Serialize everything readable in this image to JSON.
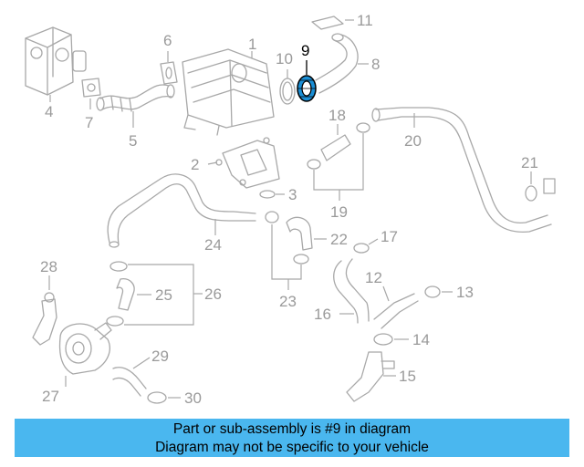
{
  "callouts": {
    "c1": "1",
    "c2": "2",
    "c3": "3",
    "c4": "4",
    "c5": "5",
    "c6": "6",
    "c7": "7",
    "c8": "8",
    "c9": "9",
    "c10": "10",
    "c11": "11",
    "c12": "12",
    "c13": "13",
    "c14": "14",
    "c15": "15",
    "c16": "16",
    "c17": "17",
    "c18": "18",
    "c19": "19",
    "c20": "20",
    "c21": "21",
    "c22": "22",
    "c23": "23",
    "c24": "24",
    "c25": "25",
    "c26": "26",
    "c27": "27",
    "c28": "28",
    "c29": "29",
    "c30": "30"
  },
  "highlight_part": "9",
  "colors": {
    "banner": "#4ab7ef",
    "highlight": "#1a8fd6",
    "linework": "#a8a8a8"
  },
  "banner": {
    "line1": "Part or sub-assembly is #9 in diagram",
    "line2": "Diagram may not be specific to your vehicle"
  }
}
